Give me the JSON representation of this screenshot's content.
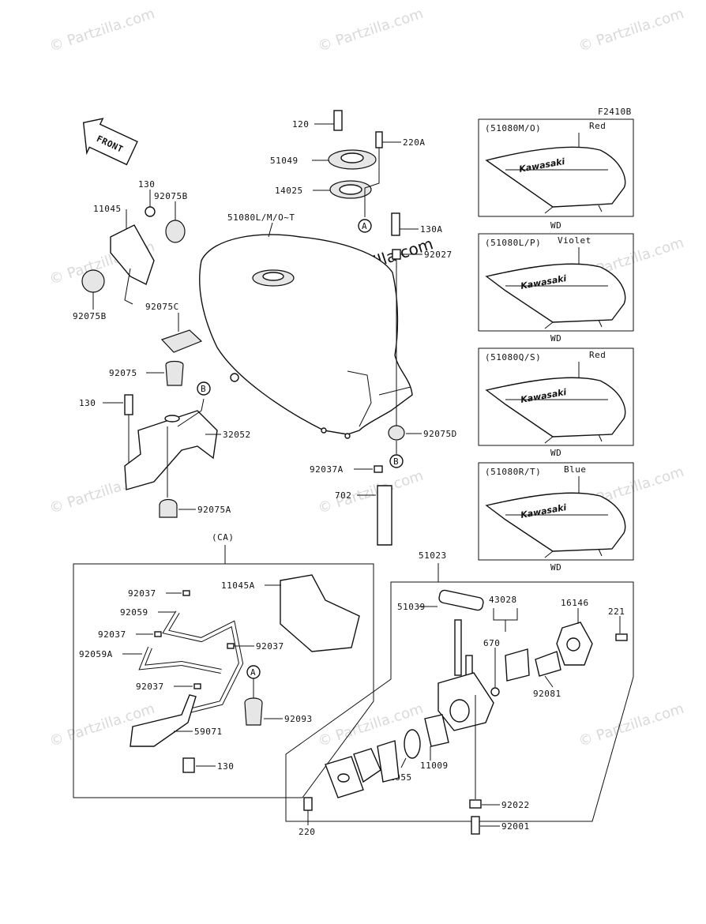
{
  "diagram_code": "F2410B",
  "front_label": "FRONT",
  "watermark": "© Partzilla.com",
  "watermark_center": "© Partzilla.com",
  "labels": {
    "p120": "120",
    "p220A": "220A",
    "p51049": "51049",
    "p14025": "14025",
    "p51080": "51080L/M/O~T",
    "p130A": "130A",
    "p92027": "92027",
    "p130_top": "130",
    "p92075B_top": "92075B",
    "p11045": "11045",
    "p92075B_bot": "92075B",
    "p92075C": "92075C",
    "p92075": "92075",
    "p130_mid": "130",
    "p32052": "32052",
    "p92075A": "92075A",
    "p92075D": "92075D",
    "p92037A": "92037A",
    "p702": "702",
    "pCA": "(CA)",
    "p92037_1": "92037",
    "p92059": "92059",
    "p92037_2": "92037",
    "p92059A": "92059A",
    "p92037_3": "92037",
    "p92037_4": "92037",
    "p11045A": "11045A",
    "p92093": "92093",
    "p59071": "59071",
    "p130_bot": "130",
    "p51023": "51023",
    "p51039": "51039",
    "p43028": "43028",
    "p670": "670",
    "p16146": "16146",
    "p221": "221",
    "p92081": "92081",
    "p11009": "11009",
    "p92055": "92055",
    "p92022": "92022",
    "p92001": "92001",
    "p220": "220",
    "refA": "A",
    "refB": "B"
  },
  "color_variants": [
    {
      "code": "(51080M/O)",
      "color": "Red",
      "brand": "Kawasaki",
      "note": "WD"
    },
    {
      "code": "(51080L/P)",
      "color": "Violet",
      "brand": "Kawasaki",
      "note": "WD"
    },
    {
      "code": "(51080Q/S)",
      "color": "Red",
      "brand": "Kawasaki",
      "note": "WD"
    },
    {
      "code": "(51080R/T)",
      "color": "Blue",
      "brand": "Kawasaki",
      "note": "WD"
    }
  ]
}
